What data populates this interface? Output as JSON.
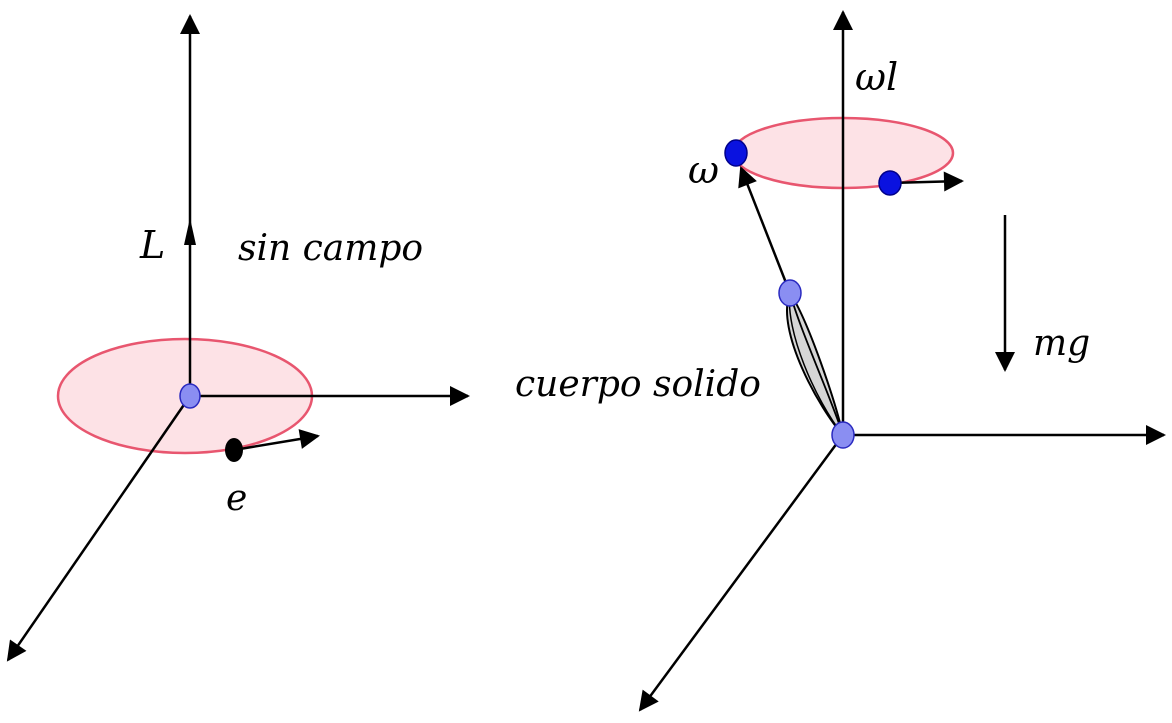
{
  "left_diagram": {
    "label_L": "L",
    "label_condition": "sin campo",
    "label_electron": "e"
  },
  "right_diagram": {
    "label_omega_l": "ωl",
    "label_omega": "ω",
    "label_force": "mg",
    "label_body": "cuerpo solido"
  },
  "colors": {
    "axis": "#000000",
    "orbit_fill": "#fde2e6",
    "orbit_stroke": "#e8566f",
    "origin_node": "#8a8ef2",
    "particle_blue": "#0a12e0",
    "particle_black": "#000000",
    "rod_fill": "#d6d6d6"
  }
}
